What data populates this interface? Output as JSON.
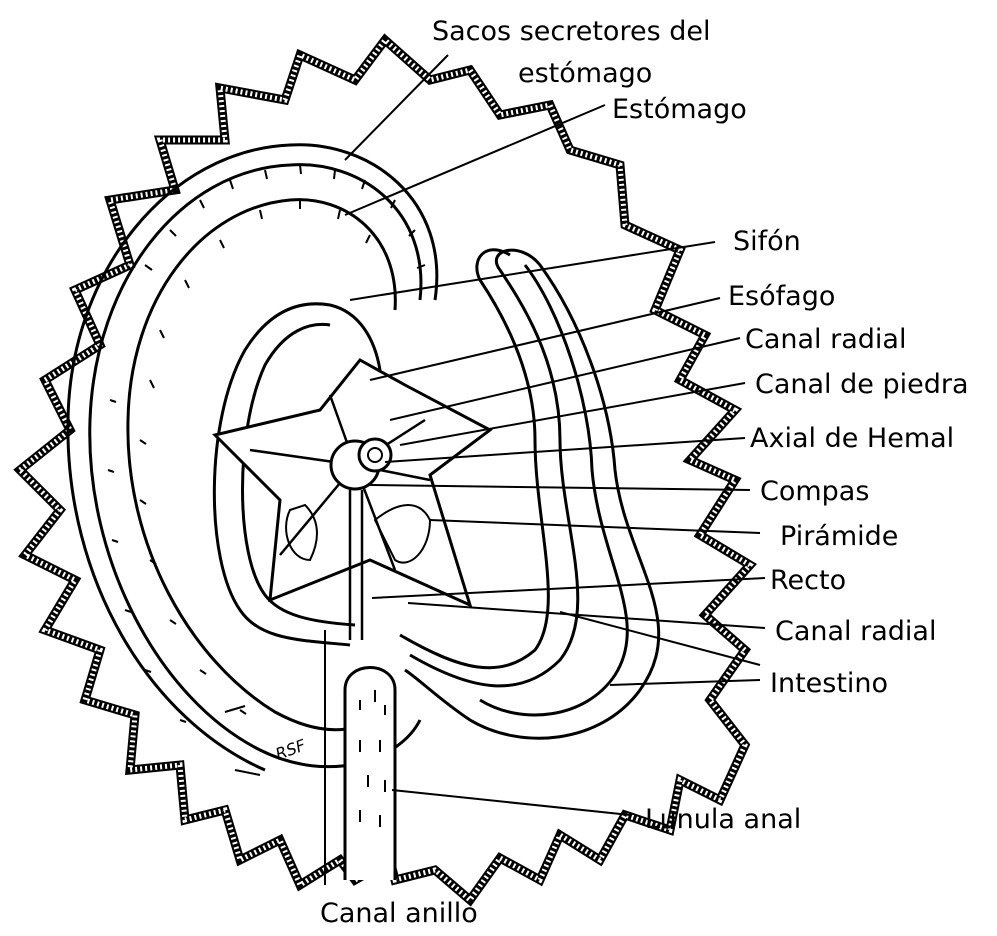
{
  "diagram": {
    "signature": "RSF",
    "labels": {
      "sacos_line1": "Sacos secretores del",
      "sacos_line2": "estómago",
      "estomago": "Estómago",
      "sifon": "Sifón",
      "esofago": "Esófago",
      "canal_radial_upper": "Canal radial",
      "canal_de_piedra": "Canal de piedra",
      "axial_de_hemal": "Axial de Hemal",
      "compas": "Compas",
      "piramide": "Pirámide",
      "recto": "Recto",
      "canal_radial_lower": "Canal radial",
      "intestino": "Intestino",
      "lunula_anal": "Lunula anal",
      "canal_anillo": "Canal anillo"
    }
  }
}
